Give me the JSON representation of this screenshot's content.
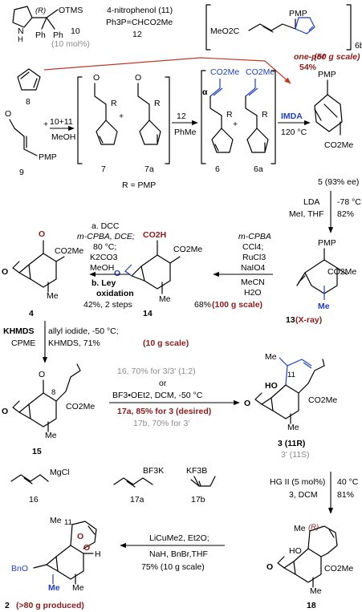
{
  "catalyst": {
    "otms": "OTMS",
    "nh": "N",
    "h": "H",
    "r": "(R)",
    "ph1": "Ph",
    "ph2": "Ph",
    "num": "10",
    "mol": "(10 mol%)"
  },
  "reagents_top": {
    "line1": "4-nitrophenol (11)",
    "line2": "Ph3P=CHCO2Me",
    "line3": "12"
  },
  "cmpd6b": {
    "ester": "MeO2C",
    "pmp": "PMP",
    "num": "6b"
  },
  "onepot": {
    "label": "one-pot",
    "yield": "54%",
    "scale": "(50 g scale)"
  },
  "row1": {
    "c8": "8",
    "c9": "9",
    "pmp9": "PMP",
    "plus1": "+",
    "cond1": "10+11",
    "cond1b": "MeOH",
    "c7": "7",
    "c7a": "7a",
    "r7": "R",
    "r7a": "R",
    "plus2": "+",
    "cond2": "12",
    "cond2b": "PhMe",
    "c6": "6",
    "c6a": "6a",
    "alpha": "α",
    "co2me6": "CO2Me",
    "co2me6a": "CO2Me",
    "r6": "R",
    "r6a": "R",
    "plus3": "+",
    "rdef": "R = PMP",
    "imda": "IMDA",
    "temp": "120 °C",
    "c5": "5 (93% ee)",
    "pmp5": "PMP",
    "co2me5": "CO2Me"
  },
  "step_lda": {
    "l1": "LDA",
    "l2": "-78 °C",
    "l3": "MeI, THF",
    "l4": "82%"
  },
  "cmpd13": {
    "pmp": "PMP",
    "co2me": "CO2Me",
    "me": "Me",
    "num": "13",
    "xray": "(X-ray)"
  },
  "step_mcpba": {
    "l1": "m-CPBA",
    "l2": "CCl4;",
    "l3": "RuCl3",
    "l4": "NaIO4",
    "l5": "MeCN",
    "l6": "H2O",
    "yield": "68%",
    "scale": "(100 g scale)"
  },
  "cmpd14": {
    "co2h": "CO2H",
    "co2me": "CO2Me",
    "me": "Me",
    "o": "O",
    "num": "14"
  },
  "step_dcc": {
    "l1": "a. DCC",
    "l2": "m-CPBA, DCE;",
    "l3": "80 °C;",
    "l4": "K2CO3",
    "l5": "MeOH",
    "l6": "b. Ley",
    "l7": "oxidation",
    "l8": "42%, 2 steps"
  },
  "cmpd4": {
    "o_ket": "O",
    "co2me": "CO2Me",
    "me": "Me",
    "o": "O",
    "num": "4"
  },
  "step_khmds": {
    "l1": "KHMDS",
    "l1b": "allyl iodide, -50 °C;",
    "l2": "CPME",
    "l2b": "KHMDS, 71%",
    "scale": "(10 g scale)"
  },
  "cmpd15": {
    "o_ket": "O",
    "c8": "8",
    "co2me": "CO2Me",
    "me": "Me",
    "o": "O",
    "num": "15"
  },
  "step_allyl": {
    "l1": "16, 70% for 3/3' (1:2)",
    "l2": "or",
    "l3": "BF3•OEt2, DCM, -50 °C",
    "l4": "17a, 85% for 3 (desired)",
    "l5": "17b, 70% for 3'"
  },
  "cmpd3": {
    "me": "Me",
    "c11": "11",
    "ho": "HO",
    "co2me": "CO2Me",
    "mecore": "Me",
    "o": "O",
    "num": "3 (11R)",
    "num2": "3' (11S)"
  },
  "reagents_bottom": {
    "mgcl": "MgCl",
    "bf3k": "BF3K",
    "kf3b": "KF3B",
    "n16": "16",
    "n17a": "17a",
    "n17b": "17b"
  },
  "step_hg": {
    "l1": "HG II (5 mol%)",
    "l1b": "40 °C",
    "l2": "3, DCM",
    "l2b": "81%"
  },
  "cmpd18": {
    "me": "Me",
    "r": "(R)",
    "ho": "HO",
    "co2me": "CO2Me",
    "mecore": "Me",
    "o": "O",
    "num": "18"
  },
  "step_cu": {
    "l1": "LiCuMe2, Et2O;",
    "l2": "NaH, BnBr,THF",
    "l3": "75% (10 g scale)"
  },
  "cmpd2": {
    "me": "Me",
    "c11": "11",
    "o1": "O",
    "o2": "O",
    "h": "H",
    "bno": "BnO",
    "mecore": "Me",
    "mecore2": "Me",
    "num": "2",
    "produced": "(>80 g produced)"
  }
}
